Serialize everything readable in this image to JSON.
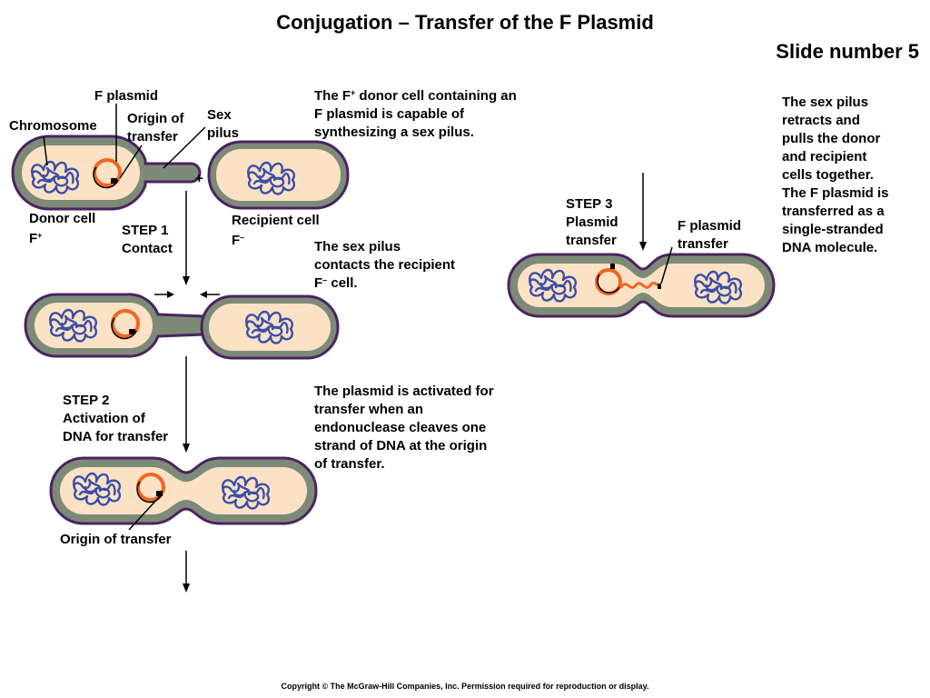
{
  "title": "Conjugation – Transfer of the F Plasmid",
  "slide_number": "Slide number 5",
  "labels": {
    "f_plasmid": "F plasmid",
    "chromosome": "Chromosome",
    "origin_of_transfer": "Origin of\ntransfer",
    "sex_pilus": "Sex\npilus",
    "plus": "+",
    "donor_cell": "Donor cell",
    "donor_type": "F",
    "donor_sup": "+",
    "step1": "STEP 1\nContact",
    "recipient_cell": "Recipient cell",
    "recipient_type": "F",
    "recipient_sup": "–",
    "step2": "STEP 2\nActivation of\nDNA for transfer",
    "origin_of_transfer_bottom": "Origin of transfer",
    "step3": "STEP 3\nPlasmid\ntransfer",
    "f_plasmid_transfer": "F plasmid\ntransfer"
  },
  "descriptions": {
    "d1_a": "The F",
    "d1_sup": "+",
    "d1_b": " donor cell containing an\nF plasmid is capable of\nsynthesizing a sex pilus.",
    "d2_a": "The sex pilus\ncontacts the recipient\nF",
    "d2_sup": "–",
    "d2_b": " cell.",
    "d3": "The plasmid is activated for\ntransfer when an\nendonuclease cleaves one\nstrand of DNA at the origin\nof transfer.",
    "d4": "The sex pilus\nretracts and\npulls the donor\nand recipient\ncells together.\nThe F plasmid is\ntransferred as a\nsingle-stranded\nDNA molecule."
  },
  "copyright": "Copyright © The McGraw-Hill Companies, Inc. Permission required for reproduction or display.",
  "colors": {
    "membrane": "#4a2460",
    "wall": "#7e8a78",
    "cytoplasm": "#fbe2c4",
    "dna": "#3a4fa8",
    "plasmid": "#f26522",
    "ink": "#000000"
  }
}
